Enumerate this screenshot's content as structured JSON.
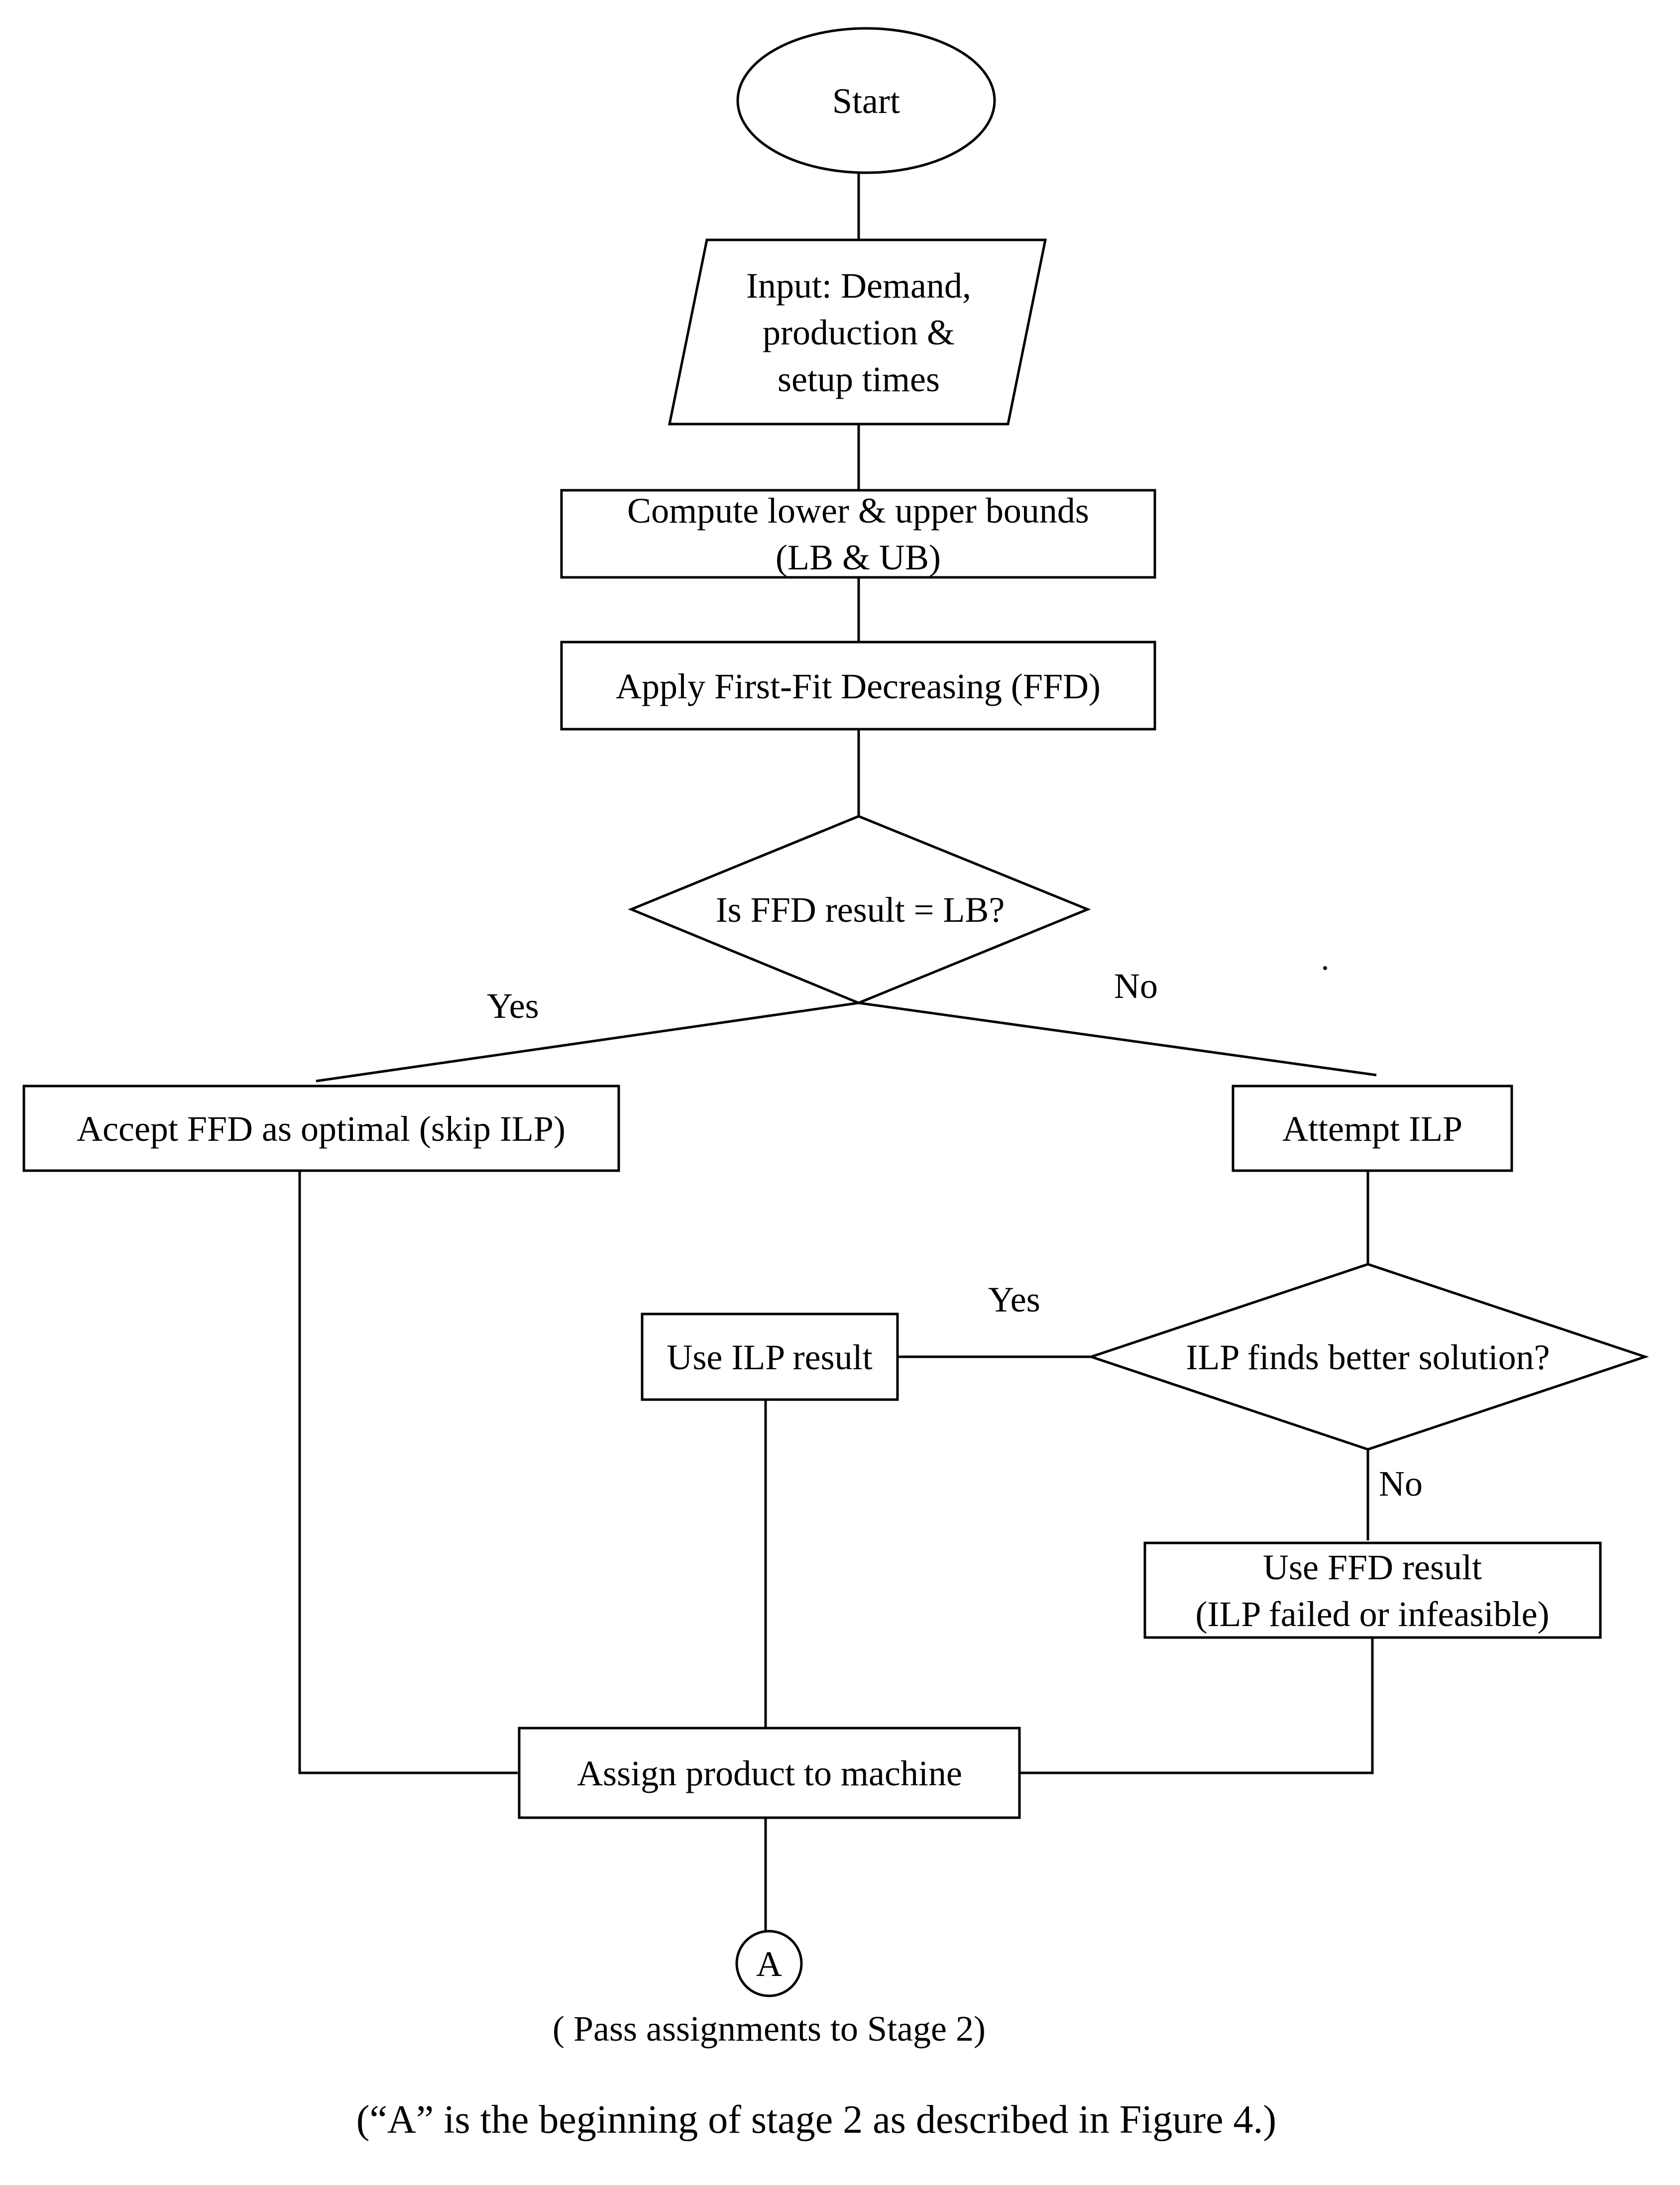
{
  "nodes": {
    "start": {
      "lines": [
        "Start"
      ]
    },
    "input": {
      "lines": [
        "Input: Demand,",
        "production &",
        "setup times"
      ]
    },
    "bounds": {
      "lines": [
        "Compute lower & upper bounds",
        "(LB & UB)"
      ]
    },
    "ffd": {
      "lines": [
        "Apply First-Fit Decreasing (FFD)"
      ]
    },
    "decision1": {
      "lines": [
        "Is FFD result = LB?"
      ]
    },
    "accept": {
      "lines": [
        "Accept FFD as optimal  (skip ILP)"
      ]
    },
    "attempt": {
      "lines": [
        "Attempt ILP"
      ]
    },
    "decision2": {
      "lines": [
        "ILP finds better solution?"
      ]
    },
    "use_ilp": {
      "lines": [
        "Use ILP result"
      ]
    },
    "use_ffd": {
      "lines": [
        "Use FFD result",
        "(ILP failed or infeasible)"
      ]
    },
    "assign": {
      "lines": [
        "Assign  product to machine"
      ]
    },
    "connector": {
      "lines": [
        "A"
      ]
    }
  },
  "edges": {
    "d1_yes": "Yes",
    "d1_no": "No",
    "d2_yes": "Yes",
    "d2_no": "No"
  },
  "notes": {
    "pass": "( Pass assignments to Stage 2)",
    "caption": "(“A” is the beginning of stage 2 as described in Figure 4.)"
  }
}
